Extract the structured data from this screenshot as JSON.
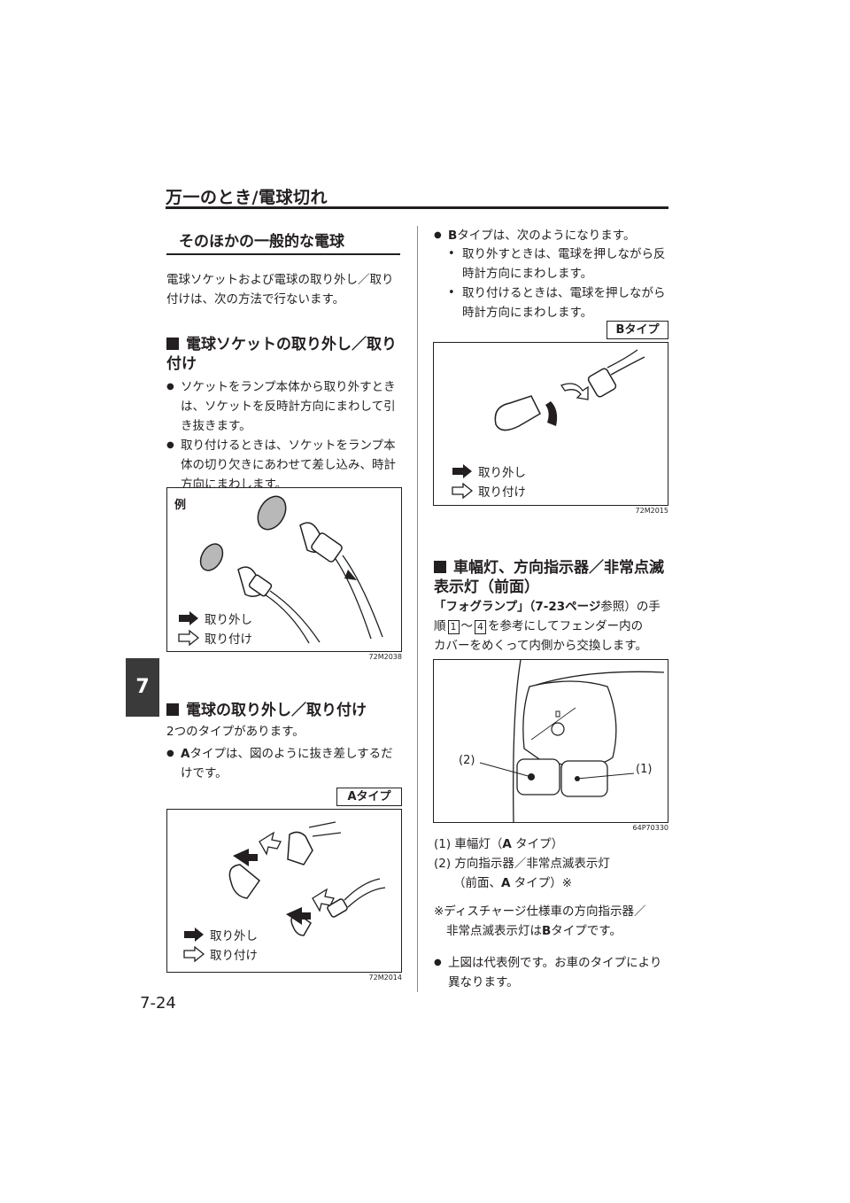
{
  "header": {
    "title": "万一のとき/電球切れ"
  },
  "chapter_tab": "7",
  "page_number": "7-24",
  "left": {
    "section_title": "そのほかの一般的な電球",
    "intro": "電球ソケットおよび電球の取り外し／取り付けは、次の方法で行ないます。",
    "h_socket": "電球ソケットの取り外し／取り付け",
    "socket_bullets": [
      "ソケットをランプ本体から取り外すときは、ソケットを反時計方向にまわして引き抜きます。",
      "取り付けるときは、ソケットをランプ本体の切り欠きにあわせて差し込み、時計方向にまわします。"
    ],
    "fig1": {
      "label": "例",
      "remove": "取り外し",
      "install": "取り付け",
      "code": "72M2038"
    },
    "h_bulb": "電球の取り外し／取り付け",
    "bulb_intro": "2つのタイプがあります。",
    "a_type_bold": "A",
    "a_type_rest": "タイプは、図のように抜き差しするだけです。",
    "a_badge": "Aタイプ",
    "fig2": {
      "remove": "取り外し",
      "install": "取り付け",
      "code": "72M2014"
    }
  },
  "right": {
    "b_bold": "B",
    "b_rest": "タイプは、次のようになります。",
    "b_sub": [
      "取り外すときは、電球を押しながら反時計方向にまわします。",
      "取り付けるときは、電球を押しながら時計方向にまわします。"
    ],
    "b_badge": "Bタイプ",
    "fig3": {
      "remove": "取り外し",
      "install": "取り付け",
      "code": "72M2015"
    },
    "h_front": "車幅灯、方向指示器／非常点滅表示灯（前面）",
    "front_ref_bold": "「フォグランプ」（7-23ページ",
    "front_ref_rest": "参照）の手",
    "front_line2a": "順",
    "step_from": "1",
    "tilde": "～",
    "step_to": "4",
    "front_line2b": "を参考にしてフェンダー内の",
    "front_line3": "カバーをめくって内側から交換します。",
    "fig4": {
      "callout_2": "(2)",
      "callout_1": "(1)",
      "code": "64P70330"
    },
    "captions": {
      "c1_num": "(1)",
      "c1_text": "車幅灯（",
      "c1_bold": "A",
      "c1_end": " タイプ）",
      "c2_num": "(2)",
      "c2_text": "方向指示器／非常点滅表示灯",
      "c2_line2": "（前面、",
      "c2_bold": "A",
      "c2_end": " タイプ）※"
    },
    "note_line1": "※ディスチャージ仕様車の方向指示器／",
    "note_line2a": "非常点滅表示灯は",
    "note_bold": "B",
    "note_line2b": "タイプです。",
    "final_bullet": "上図は代表例です。お車のタイプにより異なります。"
  }
}
